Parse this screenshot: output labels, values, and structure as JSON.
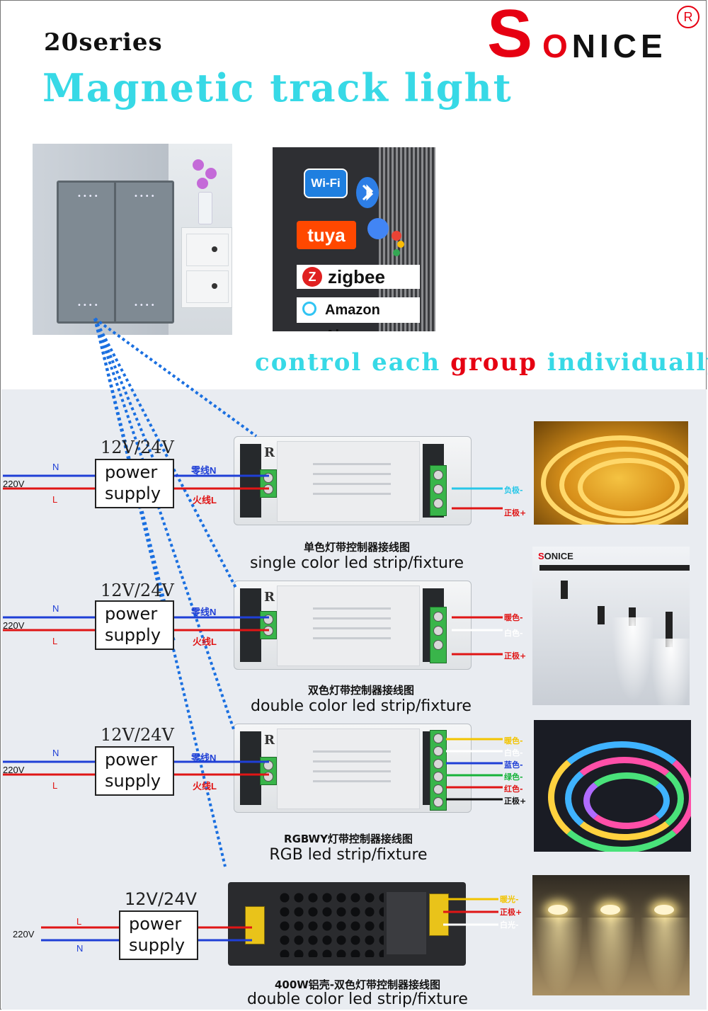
{
  "header": {
    "series": "20series",
    "title": "Magnetic  track  light",
    "tagline_part1": "control each ",
    "tagline_highlight": "group",
    "tagline_part2": " individually"
  },
  "brand": {
    "initial": "S",
    "o": "O",
    "rest": "NICE",
    "registered": "R",
    "color": "#e60012"
  },
  "protocols": {
    "wifi": "Wi-Fi",
    "bluetooth_icon": "bluetooth-icon",
    "tuya": "tuya",
    "zigbee": "zigbee",
    "zigbee_mark": "Z",
    "alexa": "Amazon Alexa"
  },
  "circuits": [
    {
      "psu_voltage": "12V/24V",
      "psu_line1": "power",
      "psu_line2": "supply",
      "mains": "220V",
      "n": "N",
      "l": "L",
      "in_n": "零线N",
      "in_l": "火线L",
      "outputs": [
        {
          "label": "负极-",
          "color": "#27c7e8"
        },
        {
          "label": "正极+",
          "color": "#e01515"
        }
      ],
      "caption_cn": "单色灯带控制器接线图",
      "caption_en": "single color led strip/fixture"
    },
    {
      "psu_voltage": "12V/24V",
      "psu_line1": "power",
      "psu_line2": "supply",
      "mains": "220V",
      "n": "N",
      "l": "L",
      "in_n": "零线N",
      "in_l": "火线L",
      "outputs": [
        {
          "label": "暖色-",
          "color": "#e01515"
        },
        {
          "label": "白色-",
          "color": "#ffffff"
        },
        {
          "label": "正极+",
          "color": "#e01515"
        }
      ],
      "caption_cn": "双色灯带控制器接线图",
      "caption_en": "double color led strip/fixture"
    },
    {
      "psu_voltage": "12V/24V",
      "psu_line1": "power",
      "psu_line2": "supply",
      "mains": "220V",
      "n": "N",
      "l": "L",
      "in_n": "零线N",
      "in_l": "火线L",
      "outputs": [
        {
          "label": "暖色-",
          "color": "#f2c400"
        },
        {
          "label": "白色-",
          "color": "#ffffff"
        },
        {
          "label": "蓝色-",
          "color": "#1f3fd6"
        },
        {
          "label": "绿色-",
          "color": "#17b33a"
        },
        {
          "label": "红色-",
          "color": "#e01515"
        },
        {
          "label": "正极+",
          "color": "#111111"
        }
      ],
      "caption_cn": "RGBWY灯带控制器接线图",
      "caption_en": "RGB led strip/fixture"
    },
    {
      "psu_voltage": "12V/24V",
      "psu_line1": "power",
      "psu_line2": "supply",
      "mains": "220V",
      "n": "N",
      "l": "L",
      "outputs": [
        {
          "label": "暖光-",
          "color": "#f2c400"
        },
        {
          "label": "正极+",
          "color": "#e01515"
        },
        {
          "label": "白光-",
          "color": "#ffffff"
        }
      ],
      "caption_cn": "400W铝壳-双色灯带控制器接线图",
      "caption_en": "double color led strip/fixture"
    }
  ],
  "colors": {
    "accent_cyan": "#37d9e6",
    "wire_blue": "#1f3fd6",
    "wire_red": "#e01515",
    "dotted_link": "#1a6fe0"
  }
}
